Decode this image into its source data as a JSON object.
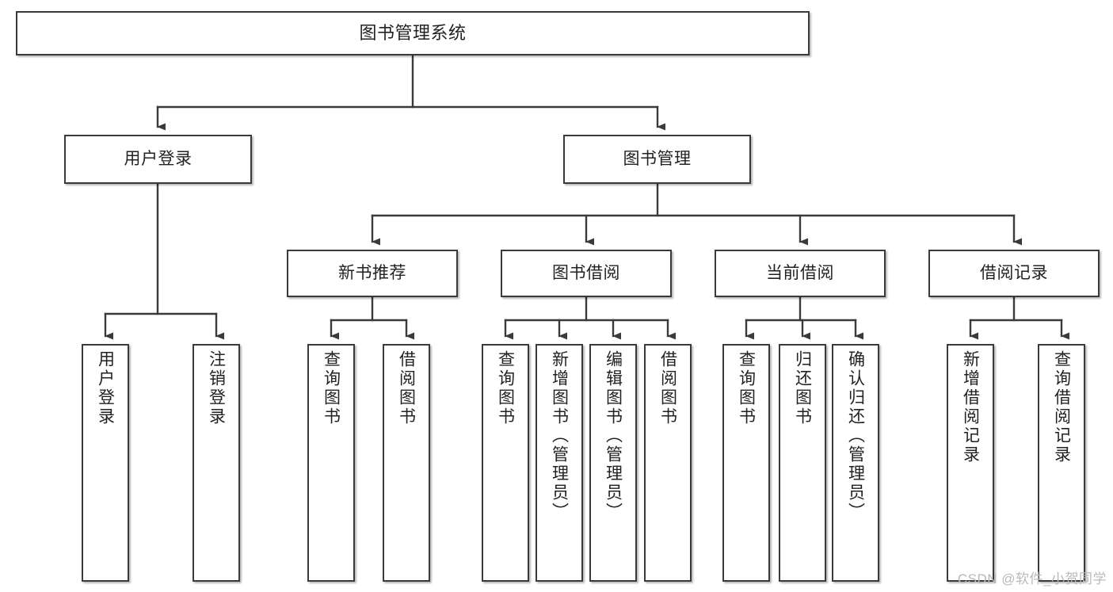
{
  "diagram": {
    "title": "图书管理系统",
    "type": "tree-hierarchy",
    "watermark": "CSDN @软件_小贺同学",
    "colors": {
      "background": "#ffffff",
      "box_border": "#3a3a3a",
      "box_fill": "#ffffff",
      "text": "#222222",
      "connector": "#3a3a3a",
      "watermark": "#b9b9b9"
    },
    "nodes": {
      "root": {
        "label": "图书管理系统"
      },
      "level2": [
        {
          "label": "用户登录"
        },
        {
          "label": "图书管理"
        }
      ],
      "level3": [
        {
          "label": "新书推荐"
        },
        {
          "label": "图书借阅"
        },
        {
          "label": "当前借阅"
        },
        {
          "label": "借阅记录"
        }
      ],
      "leaves_user_login": [
        {
          "label": "用户登录"
        },
        {
          "label": "注销登录"
        }
      ],
      "leaves_new_book": [
        {
          "label": "查询图书"
        },
        {
          "label": "借阅图书"
        }
      ],
      "leaves_borrow": [
        {
          "label": "查询图书"
        },
        {
          "label": "新增图书（管理员）"
        },
        {
          "label": "编辑图书（管理员）"
        },
        {
          "label": "借阅图书"
        }
      ],
      "leaves_current": [
        {
          "label": "查询图书"
        },
        {
          "label": "归还图书"
        },
        {
          "label": "确认归还（管理员）"
        }
      ],
      "leaves_records": [
        {
          "label": "新增借阅记录"
        },
        {
          "label": "查询借阅记录"
        }
      ]
    }
  }
}
